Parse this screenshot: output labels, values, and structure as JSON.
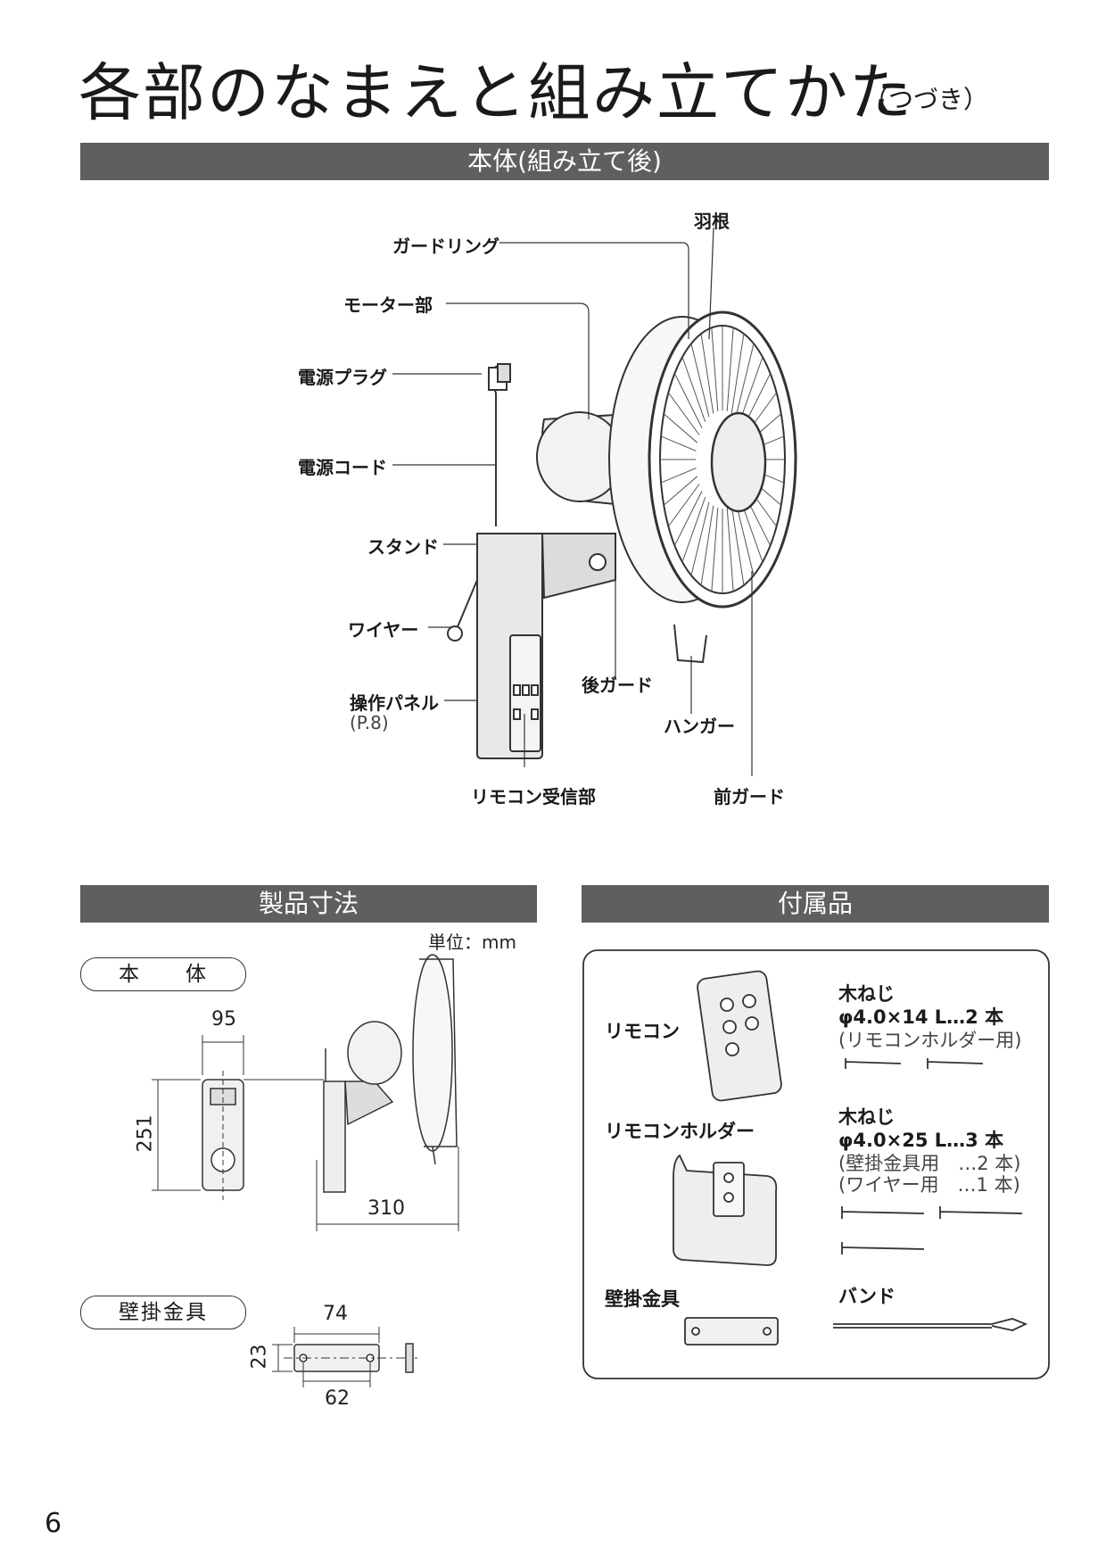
{
  "title": {
    "main": "各部のなまえと組み立てかた",
    "sub": "（つづき）"
  },
  "section_body": {
    "header": "本体(組み立て後)",
    "labels": {
      "guard_ring": "ガードリング",
      "blade": "羽根",
      "motor": "モーター部",
      "plug": "電源プラグ",
      "cord": "電源コード",
      "stand": "スタンド",
      "wire": "ワイヤー",
      "panel": "操作パネル",
      "panel_ref": "(P.8)",
      "rear_guard": "後ガード",
      "hanger": "ハンガー",
      "receiver": "リモコン受信部",
      "front_guard": "前ガード"
    }
  },
  "section_dims": {
    "header": "製品寸法",
    "unit": "単位：mm",
    "body_pill": "本　　体",
    "body_width": "95",
    "body_height": "251",
    "body_depth": "310",
    "bracket_pill": "壁掛金具",
    "bracket_width": "74",
    "bracket_height": "23",
    "bracket_hole": "62"
  },
  "section_acc": {
    "header": "付属品",
    "remote": "リモコン",
    "holder": "リモコンホルダー",
    "bracket": "壁掛金具",
    "band": "バンド",
    "screw1": {
      "title": "木ねじ",
      "spec": "φ4.0×14 L…2 本",
      "note": "(リモコンホルダー用)"
    },
    "screw2": {
      "title": "木ねじ",
      "spec": "φ4.0×25 L…3 本",
      "note1": "(壁掛金具用　…2 本)",
      "note2": "(ワイヤー用　…1 本)"
    }
  },
  "page_number": "6"
}
